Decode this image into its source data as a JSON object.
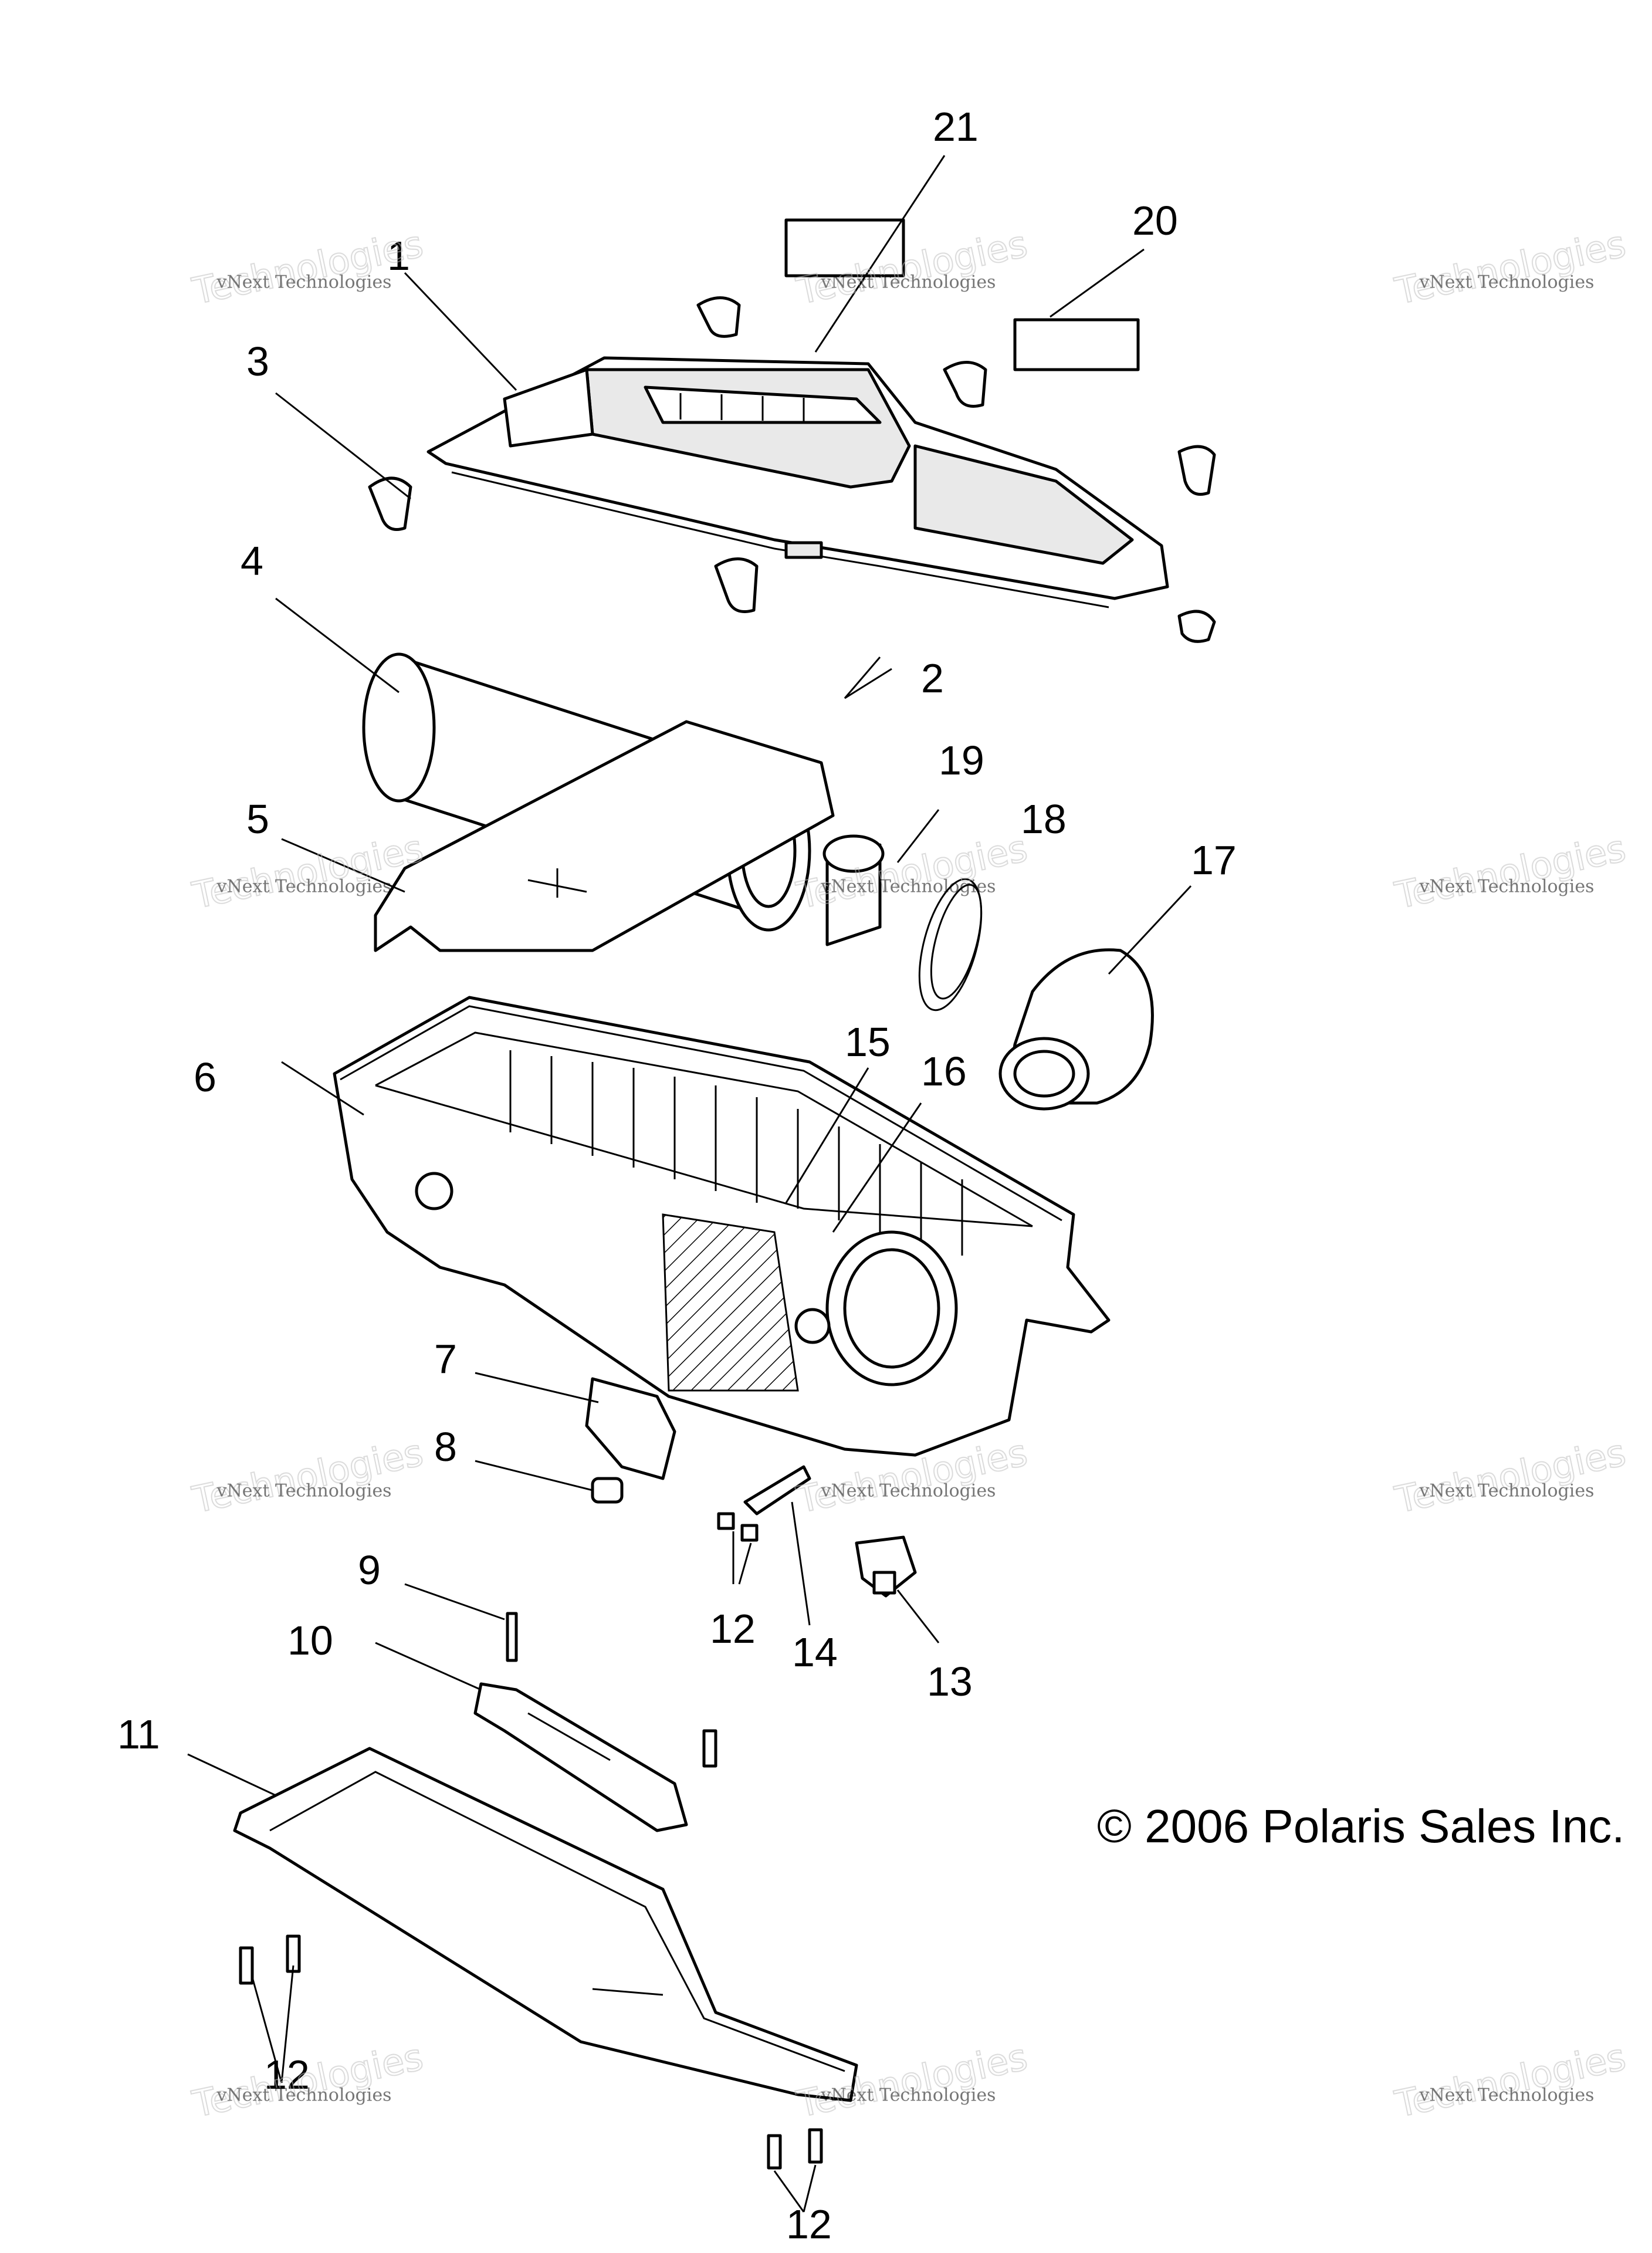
{
  "diagram": {
    "callouts": [
      "1",
      "2",
      "3",
      "4",
      "5",
      "6",
      "7",
      "8",
      "9",
      "10",
      "11",
      "12",
      "13",
      "14",
      "15",
      "16",
      "17",
      "18",
      "19",
      "20",
      "21"
    ],
    "copyright": "© 2006 Polaris Sales Inc.",
    "watermark": {
      "line1": "vNext Technologies",
      "line2": "Technologies"
    }
  }
}
